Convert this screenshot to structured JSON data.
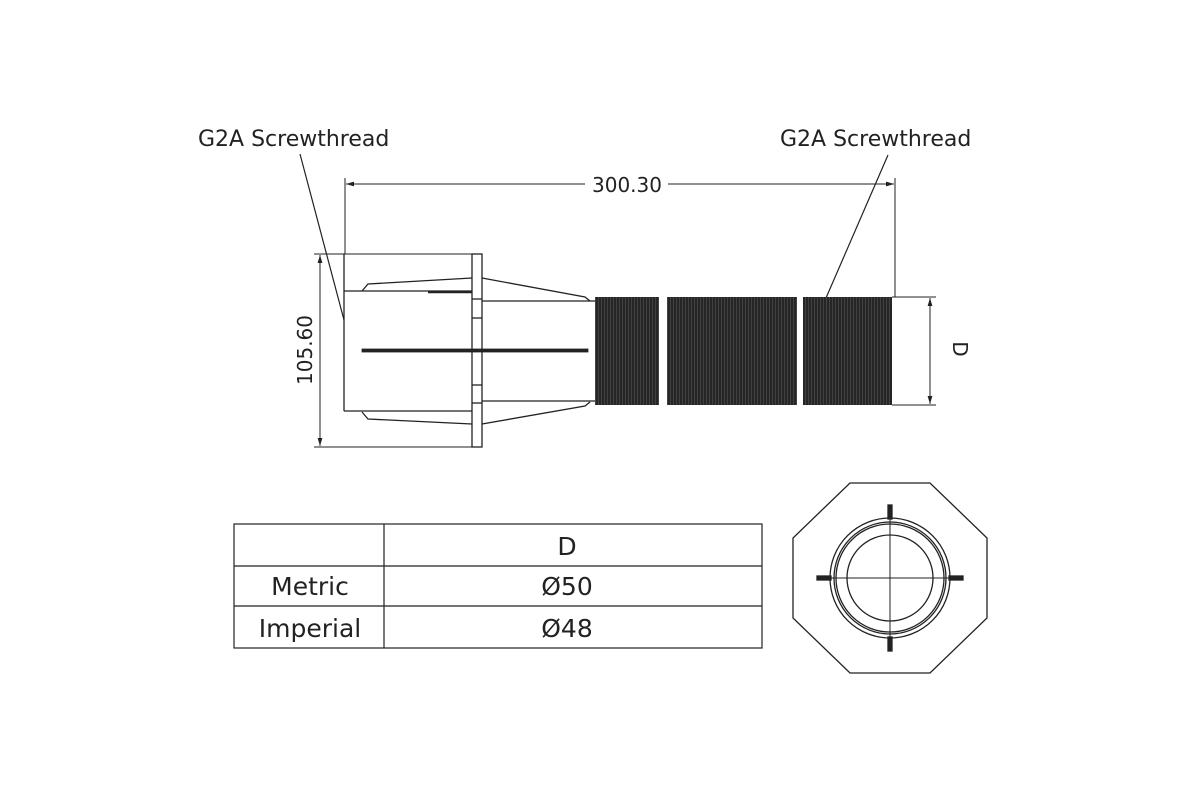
{
  "drawing": {
    "callout_left": "G2A Screwthread",
    "callout_right": "G2A Screwthread",
    "overall_length": "300.30",
    "flange_height": "105.60",
    "thread_dim_label": "D"
  },
  "table": {
    "header": [
      "",
      "D"
    ],
    "rows": [
      {
        "label": "Metric",
        "value": "Ø50"
      },
      {
        "label": "Imperial",
        "value": "Ø48"
      }
    ]
  },
  "colors": {
    "line": "#222222",
    "thread": "#262626"
  }
}
